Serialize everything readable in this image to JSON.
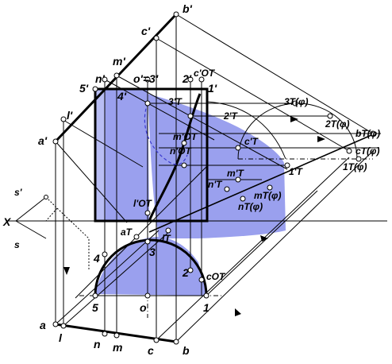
{
  "labels": {
    "b_prime": "b'",
    "c_prime": "c'",
    "m_prime": "m'",
    "n_prime": "n'",
    "o3_prime": "o'=3'",
    "two_prime": "2'",
    "c_ot_prime": "c'OT",
    "one_prime": "1'",
    "five_prime": "5'",
    "four_prime": "4'",
    "three_t_prime": "3'T",
    "l_prime": "l'",
    "a_prime": "a'",
    "two_t_prime": "2'T",
    "m_ot_prime": "m'OT",
    "n_ot_prime": "n'OT",
    "c_t_prime": "c'T",
    "one_t_prime": "1'T",
    "m_t_prime": "m'T",
    "n_t_prime": "n'T",
    "l_ot_prime": "l'OT",
    "three_t_phi": "3T(φ)",
    "two_t_phi": "2T(φ)",
    "b_t_phi": "bT(φ)",
    "c_t_phi": "cT(φ)",
    "one_t_phi": "1T(φ)",
    "m_t_phi": "mT(φ)",
    "n_t_phi": "nT(φ)",
    "s_prime": "s'",
    "x_axis": "X",
    "s": "s",
    "a_t": "aT",
    "l_t": "lT",
    "four": "4",
    "three": "3",
    "two": "2",
    "c_ot": "cOT",
    "five": "5",
    "o": "o",
    "one": "1",
    "a": "a",
    "l": "l",
    "n": "n",
    "m": "m",
    "c": "c",
    "b": "b"
  },
  "colors": {
    "shade": "#9aa0ee",
    "shade_light": "#b8bdf4",
    "lines": "#000000",
    "hidden": "#3a3ad0"
  }
}
